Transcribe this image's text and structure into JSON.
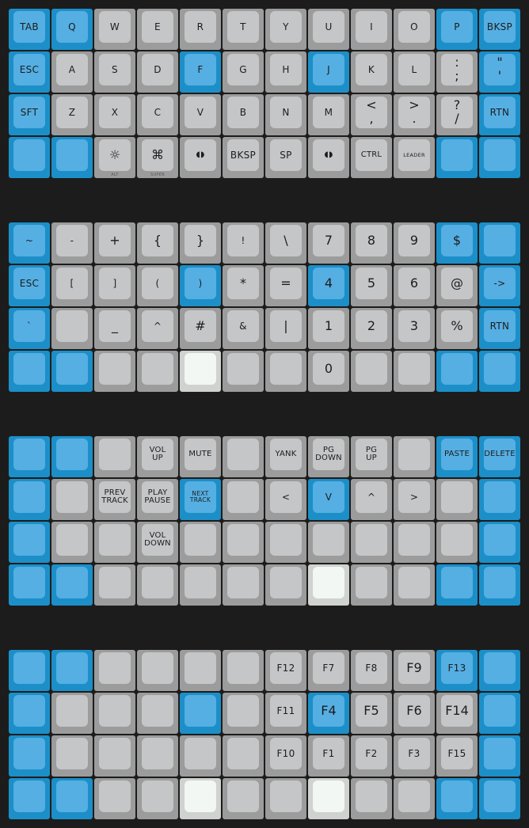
{
  "colors": {
    "background": "#1c1c1c",
    "gray_border": "#9c9c9c",
    "gray_cap": "#c4c6c7",
    "blue_border": "#1c8fc8",
    "blue_cap": "#55afe3",
    "white_border": "#cfd2cf",
    "white_cap": "#f3f7f3"
  },
  "layers": [
    {
      "keys": [
        [
          {
            "c": "b",
            "l": [
              "TAB"
            ]
          },
          {
            "c": "b",
            "l": [
              "Q"
            ]
          },
          {
            "c": "g",
            "l": [
              "W"
            ]
          },
          {
            "c": "g",
            "l": [
              "E"
            ]
          },
          {
            "c": "g",
            "l": [
              "R"
            ]
          },
          {
            "c": "g",
            "l": [
              "T"
            ]
          },
          {
            "c": "g",
            "l": [
              "Y"
            ]
          },
          {
            "c": "g",
            "l": [
              "U"
            ]
          },
          {
            "c": "g",
            "l": [
              "I"
            ]
          },
          {
            "c": "g",
            "l": [
              "O"
            ]
          },
          {
            "c": "b",
            "l": [
              "P"
            ]
          },
          {
            "c": "b",
            "l": [
              "BKSP"
            ]
          }
        ],
        [
          {
            "c": "b",
            "l": [
              "ESC"
            ]
          },
          {
            "c": "g",
            "l": [
              "A"
            ]
          },
          {
            "c": "g",
            "l": [
              "S"
            ]
          },
          {
            "c": "g",
            "l": [
              "D"
            ]
          },
          {
            "c": "b",
            "l": [
              "F"
            ]
          },
          {
            "c": "g",
            "l": [
              "G"
            ]
          },
          {
            "c": "g",
            "l": [
              "H"
            ]
          },
          {
            "c": "b",
            "l": [
              "J"
            ]
          },
          {
            "c": "g",
            "l": [
              "K"
            ]
          },
          {
            "c": "g",
            "l": [
              "L"
            ]
          },
          {
            "c": "g",
            "l": [
              ":",
              ";"
            ],
            "s": "big"
          },
          {
            "c": "b",
            "l": [
              "\"",
              "'"
            ],
            "s": "big"
          }
        ],
        [
          {
            "c": "b",
            "l": [
              "SFT"
            ]
          },
          {
            "c": "g",
            "l": [
              "Z"
            ]
          },
          {
            "c": "g",
            "l": [
              "X"
            ]
          },
          {
            "c": "g",
            "l": [
              "C"
            ]
          },
          {
            "c": "g",
            "l": [
              "V"
            ]
          },
          {
            "c": "g",
            "l": [
              "B"
            ]
          },
          {
            "c": "g",
            "l": [
              "N"
            ]
          },
          {
            "c": "g",
            "l": [
              "M"
            ]
          },
          {
            "c": "g",
            "l": [
              "<",
              ","
            ],
            "s": "big"
          },
          {
            "c": "g",
            "l": [
              ">",
              "."
            ],
            "s": "big"
          },
          {
            "c": "g",
            "l": [
              "?",
              "/"
            ],
            "s": "big"
          },
          {
            "c": "b",
            "l": [
              "RTN"
            ]
          }
        ],
        [
          {
            "c": "b",
            "l": []
          },
          {
            "c": "b",
            "l": []
          },
          {
            "c": "g",
            "l": [
              "☼"
            ],
            "sub": "ALT",
            "s": "big",
            "icon": "alt-sun-icon"
          },
          {
            "c": "g",
            "l": [
              "⌘"
            ],
            "sub": "SUPER",
            "s": "big",
            "icon": "super-command-icon"
          },
          {
            "c": "g",
            "l": [
              "◖◗"
            ],
            "s": "sm",
            "icon": "raise-layer-icon"
          },
          {
            "c": "g",
            "l": [
              "BKSP"
            ]
          },
          {
            "c": "g",
            "l": [
              "SP"
            ]
          },
          {
            "c": "g",
            "l": [
              "◖◗"
            ],
            "s": "sm",
            "icon": "lower-layer-icon"
          },
          {
            "c": "g",
            "l": [
              "CTRL"
            ],
            "s": "sm"
          },
          {
            "c": "g",
            "l": [
              "LEADER"
            ],
            "s": "leader"
          },
          {
            "c": "b",
            "l": []
          },
          {
            "c": "b",
            "l": []
          }
        ]
      ]
    },
    {
      "keys": [
        [
          {
            "c": "b",
            "l": [
              "~"
            ]
          },
          {
            "c": "g",
            "l": [
              "-"
            ]
          },
          {
            "c": "g",
            "l": [
              "+"
            ],
            "s": "big"
          },
          {
            "c": "g",
            "l": [
              "{"
            ],
            "s": "big"
          },
          {
            "c": "g",
            "l": [
              "}"
            ],
            "s": "big"
          },
          {
            "c": "g",
            "l": [
              "!"
            ]
          },
          {
            "c": "g",
            "l": [
              "\\"
            ],
            "s": "big"
          },
          {
            "c": "g",
            "l": [
              "7"
            ],
            "s": "big"
          },
          {
            "c": "g",
            "l": [
              "8"
            ],
            "s": "big"
          },
          {
            "c": "g",
            "l": [
              "9"
            ],
            "s": "big"
          },
          {
            "c": "b",
            "l": [
              "$"
            ],
            "s": "big"
          },
          {
            "c": "b",
            "l": []
          }
        ],
        [
          {
            "c": "b",
            "l": [
              "ESC"
            ]
          },
          {
            "c": "g",
            "l": [
              "["
            ]
          },
          {
            "c": "g",
            "l": [
              "]"
            ]
          },
          {
            "c": "g",
            "l": [
              "("
            ]
          },
          {
            "c": "b",
            "l": [
              ")"
            ]
          },
          {
            "c": "g",
            "l": [
              "*"
            ],
            "s": "big"
          },
          {
            "c": "g",
            "l": [
              "="
            ],
            "s": "big"
          },
          {
            "c": "b",
            "l": [
              "4"
            ],
            "s": "big"
          },
          {
            "c": "g",
            "l": [
              "5"
            ],
            "s": "big"
          },
          {
            "c": "g",
            "l": [
              "6"
            ],
            "s": "big"
          },
          {
            "c": "g",
            "l": [
              "@"
            ],
            "s": "big"
          },
          {
            "c": "b",
            "l": [
              "->"
            ]
          }
        ],
        [
          {
            "c": "b",
            "l": [
              "`"
            ]
          },
          {
            "c": "g",
            "l": []
          },
          {
            "c": "g",
            "l": [
              "_"
            ],
            "s": "big"
          },
          {
            "c": "g",
            "l": [
              "^"
            ]
          },
          {
            "c": "g",
            "l": [
              "#"
            ],
            "s": "big"
          },
          {
            "c": "g",
            "l": [
              "&"
            ]
          },
          {
            "c": "g",
            "l": [
              "|"
            ],
            "s": "big"
          },
          {
            "c": "g",
            "l": [
              "1"
            ],
            "s": "big"
          },
          {
            "c": "g",
            "l": [
              "2"
            ],
            "s": "big"
          },
          {
            "c": "g",
            "l": [
              "3"
            ],
            "s": "big"
          },
          {
            "c": "g",
            "l": [
              "%"
            ],
            "s": "big"
          },
          {
            "c": "b",
            "l": [
              "RTN"
            ]
          }
        ],
        [
          {
            "c": "b",
            "l": []
          },
          {
            "c": "b",
            "l": []
          },
          {
            "c": "g",
            "l": []
          },
          {
            "c": "g",
            "l": []
          },
          {
            "c": "w",
            "l": []
          },
          {
            "c": "g",
            "l": []
          },
          {
            "c": "g",
            "l": []
          },
          {
            "c": "g",
            "l": [
              "0"
            ],
            "s": "big"
          },
          {
            "c": "g",
            "l": []
          },
          {
            "c": "g",
            "l": []
          },
          {
            "c": "b",
            "l": []
          },
          {
            "c": "b",
            "l": []
          }
        ]
      ]
    },
    {
      "keys": [
        [
          {
            "c": "b",
            "l": []
          },
          {
            "c": "b",
            "l": []
          },
          {
            "c": "g",
            "l": []
          },
          {
            "c": "g",
            "l": [
              "VOL",
              "UP"
            ],
            "s": "sm"
          },
          {
            "c": "g",
            "l": [
              "MUTE"
            ],
            "s": "sm"
          },
          {
            "c": "g",
            "l": []
          },
          {
            "c": "g",
            "l": [
              "YANK"
            ],
            "s": "sm"
          },
          {
            "c": "g",
            "l": [
              "PG",
              "DOWN"
            ],
            "s": "sm"
          },
          {
            "c": "g",
            "l": [
              "PG",
              "UP"
            ],
            "s": "sm"
          },
          {
            "c": "g",
            "l": []
          },
          {
            "c": "b",
            "l": [
              "PASTE"
            ],
            "s": "sm"
          },
          {
            "c": "b",
            "l": [
              "DELETE"
            ],
            "s": "sm"
          }
        ],
        [
          {
            "c": "b",
            "l": []
          },
          {
            "c": "g",
            "l": []
          },
          {
            "c": "g",
            "l": [
              "PREV",
              "TRACK"
            ],
            "s": "sm"
          },
          {
            "c": "g",
            "l": [
              "PLAY",
              "PAUSE"
            ],
            "s": "sm"
          },
          {
            "c": "b",
            "l": [
              "NEXT",
              "TRACK"
            ],
            "s": "xs"
          },
          {
            "c": "g",
            "l": []
          },
          {
            "c": "g",
            "l": [
              "<"
            ]
          },
          {
            "c": "b",
            "l": [
              "V"
            ]
          },
          {
            "c": "g",
            "l": [
              "^"
            ]
          },
          {
            "c": "g",
            "l": [
              ">"
            ]
          },
          {
            "c": "g",
            "l": []
          },
          {
            "c": "b",
            "l": []
          }
        ],
        [
          {
            "c": "b",
            "l": []
          },
          {
            "c": "g",
            "l": []
          },
          {
            "c": "g",
            "l": []
          },
          {
            "c": "g",
            "l": [
              "VOL",
              "DOWN"
            ],
            "s": "sm"
          },
          {
            "c": "g",
            "l": []
          },
          {
            "c": "g",
            "l": []
          },
          {
            "c": "g",
            "l": []
          },
          {
            "c": "g",
            "l": []
          },
          {
            "c": "g",
            "l": []
          },
          {
            "c": "g",
            "l": []
          },
          {
            "c": "g",
            "l": []
          },
          {
            "c": "b",
            "l": []
          }
        ],
        [
          {
            "c": "b",
            "l": []
          },
          {
            "c": "b",
            "l": []
          },
          {
            "c": "g",
            "l": []
          },
          {
            "c": "g",
            "l": []
          },
          {
            "c": "g",
            "l": []
          },
          {
            "c": "g",
            "l": []
          },
          {
            "c": "g",
            "l": []
          },
          {
            "c": "w",
            "l": []
          },
          {
            "c": "g",
            "l": []
          },
          {
            "c": "g",
            "l": []
          },
          {
            "c": "b",
            "l": []
          },
          {
            "c": "b",
            "l": []
          }
        ]
      ]
    },
    {
      "keys": [
        [
          {
            "c": "b",
            "l": []
          },
          {
            "c": "b",
            "l": []
          },
          {
            "c": "g",
            "l": []
          },
          {
            "c": "g",
            "l": []
          },
          {
            "c": "g",
            "l": []
          },
          {
            "c": "g",
            "l": []
          },
          {
            "c": "g",
            "l": [
              "F12"
            ]
          },
          {
            "c": "g",
            "l": [
              "F7"
            ]
          },
          {
            "c": "g",
            "l": [
              "F8"
            ]
          },
          {
            "c": "g",
            "l": [
              "F9"
            ],
            "s": "big"
          },
          {
            "c": "b",
            "l": [
              "F13"
            ]
          },
          {
            "c": "b",
            "l": []
          }
        ],
        [
          {
            "c": "b",
            "l": []
          },
          {
            "c": "g",
            "l": []
          },
          {
            "c": "g",
            "l": []
          },
          {
            "c": "g",
            "l": []
          },
          {
            "c": "b",
            "l": []
          },
          {
            "c": "g",
            "l": []
          },
          {
            "c": "g",
            "l": [
              "F11"
            ]
          },
          {
            "c": "b",
            "l": [
              "F4"
            ],
            "s": "big"
          },
          {
            "c": "g",
            "l": [
              "F5"
            ],
            "s": "big"
          },
          {
            "c": "g",
            "l": [
              "F6"
            ],
            "s": "big"
          },
          {
            "c": "g",
            "l": [
              "F14"
            ],
            "s": "big"
          },
          {
            "c": "b",
            "l": []
          }
        ],
        [
          {
            "c": "b",
            "l": []
          },
          {
            "c": "g",
            "l": []
          },
          {
            "c": "g",
            "l": []
          },
          {
            "c": "g",
            "l": []
          },
          {
            "c": "g",
            "l": []
          },
          {
            "c": "g",
            "l": []
          },
          {
            "c": "g",
            "l": [
              "F10"
            ]
          },
          {
            "c": "g",
            "l": [
              "F1"
            ]
          },
          {
            "c": "g",
            "l": [
              "F2"
            ]
          },
          {
            "c": "g",
            "l": [
              "F3"
            ]
          },
          {
            "c": "g",
            "l": [
              "F15"
            ]
          },
          {
            "c": "b",
            "l": []
          }
        ],
        [
          {
            "c": "b",
            "l": []
          },
          {
            "c": "b",
            "l": []
          },
          {
            "c": "g",
            "l": []
          },
          {
            "c": "g",
            "l": []
          },
          {
            "c": "w",
            "l": []
          },
          {
            "c": "g",
            "l": []
          },
          {
            "c": "g",
            "l": []
          },
          {
            "c": "w",
            "l": []
          },
          {
            "c": "g",
            "l": []
          },
          {
            "c": "g",
            "l": []
          },
          {
            "c": "b",
            "l": []
          },
          {
            "c": "b",
            "l": []
          }
        ]
      ]
    }
  ]
}
